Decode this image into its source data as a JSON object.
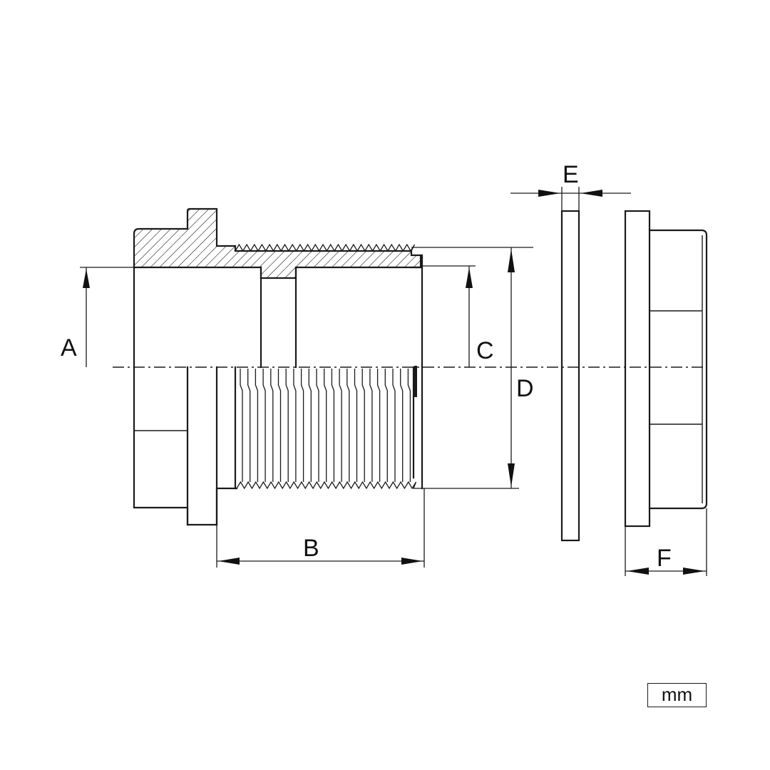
{
  "labels": {
    "a": "A",
    "b": "B",
    "c": "C",
    "d": "D",
    "e": "E",
    "f": "F"
  },
  "unit": "mm"
}
